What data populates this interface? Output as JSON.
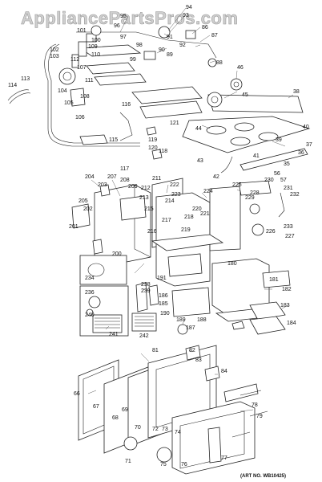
{
  "watermark": "AppliancePartsPros.com",
  "art_number": "(ART NO. WB10425)",
  "callouts": {
    "c94": "94",
    "c93": "93",
    "c95": "95",
    "c96": "96",
    "c97": "97",
    "c86": "86",
    "c87": "87",
    "c88": "88",
    "c89": "89",
    "c90": "90",
    "c91": "91",
    "c92": "92",
    "c98": "98",
    "c99": "99",
    "c100": "100",
    "c101": "101",
    "c102": "102",
    "c103": "103",
    "c104": "104",
    "c105": "105",
    "c106": "106",
    "c107": "107",
    "c108": "108",
    "c109": "109",
    "c110": "110",
    "c111": "111",
    "c112": "112",
    "c113": "113",
    "c114": "114",
    "c115": "115",
    "c116": "116",
    "c117": "117",
    "c118": "118",
    "c119": "119",
    "c120": "120",
    "c121": "121",
    "c46": "46",
    "c45": "45",
    "c38": "38",
    "c44": "44",
    "c39": "39",
    "c40": "40",
    "c37": "37",
    "c36": "36",
    "c35": "35",
    "c41": "41",
    "c43": "43",
    "c42": "42",
    "c204": "204",
    "c203": "203",
    "c207": "207",
    "c208": "208",
    "c209": "209",
    "c205": "205",
    "c202": "202",
    "c201": "201",
    "c211": "211",
    "c212": "212",
    "c213": "213",
    "c214": "214",
    "c215": "215",
    "c216": "216",
    "c217": "217",
    "c218": "218",
    "c219": "219",
    "c220": "220",
    "c221": "221",
    "c222": "222",
    "c223": "223",
    "c224": "224",
    "c225": "225",
    "c226": "226",
    "c227": "227",
    "c228": "228",
    "c229": "229",
    "c230": "230",
    "c231": "231",
    "c232": "232",
    "c233": "233",
    "c234": "234",
    "c200": "200",
    "c236": "236",
    "c238": "238",
    "c239": "239",
    "c240": "240",
    "c241": "241",
    "c242": "242",
    "c186": "186",
    "c185": "185",
    "c187": "187",
    "c188": "188",
    "c189": "189",
    "c190": "190",
    "c191": "191",
    "c180": "180",
    "c181": "181",
    "c182": "182",
    "c183": "183",
    "c184": "184",
    "c81": "81",
    "c82": "82",
    "c83": "83",
    "c84": "84",
    "c66": "66",
    "c67": "67",
    "c68": "68",
    "c69": "69",
    "c70": "70",
    "c71": "71",
    "c72": "72",
    "c73": "73",
    "c74": "74",
    "c75": "75",
    "c76": "76",
    "c77": "77",
    "c78": "78",
    "c79": "79",
    "c56": "56",
    "c57": "57"
  }
}
